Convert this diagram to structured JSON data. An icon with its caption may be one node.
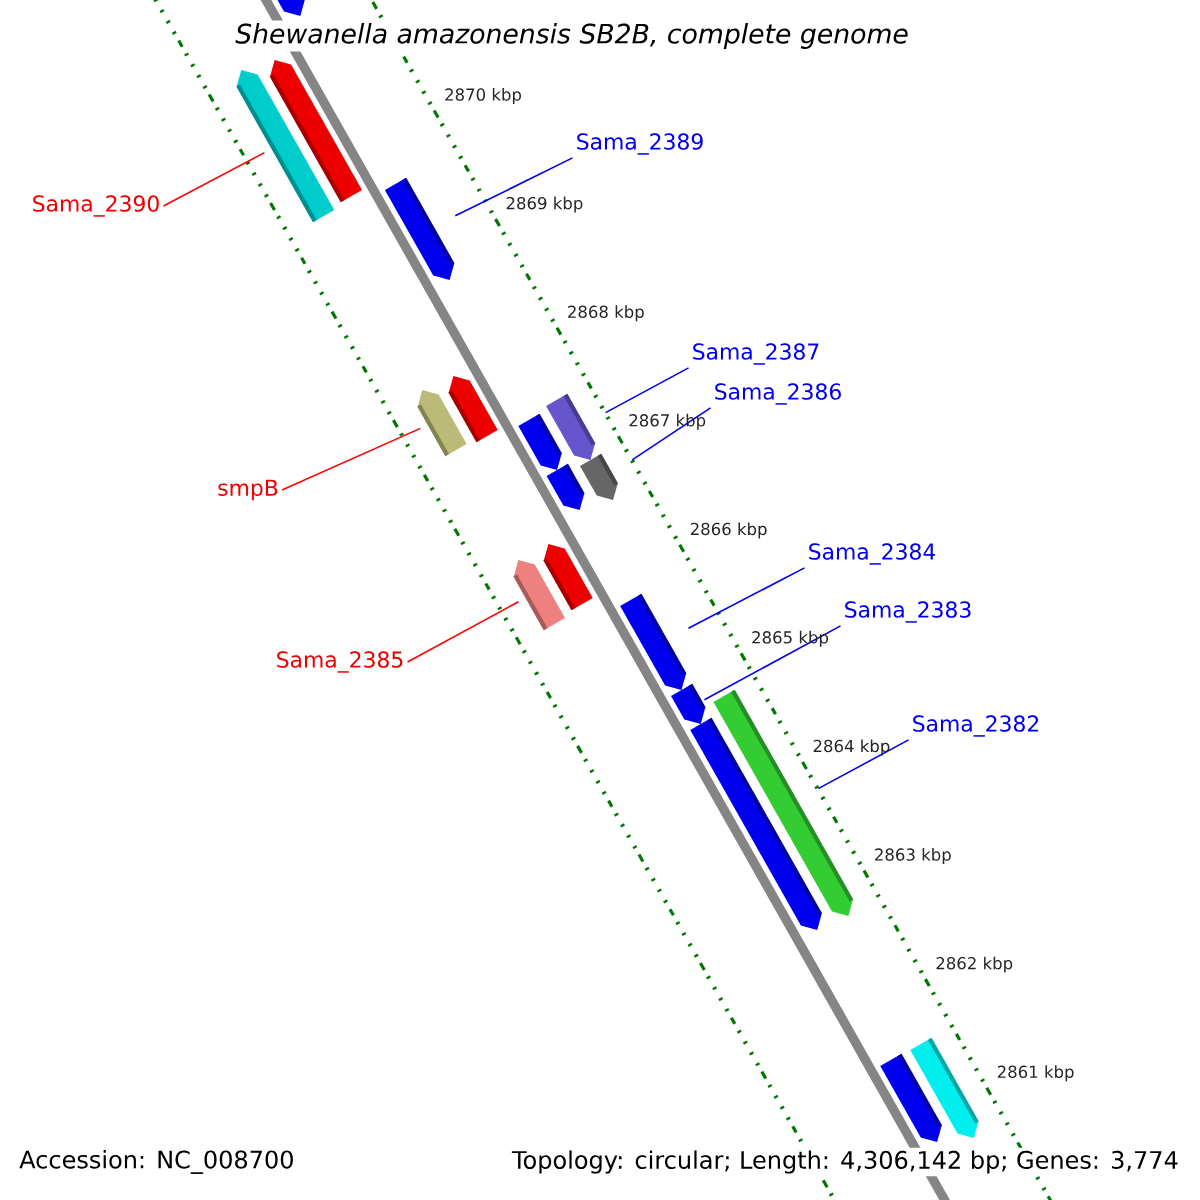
{
  "diagram": {
    "title": "Shewanella amazonensis SB2B, complete genome",
    "nodes": [
      {
        "text": [
          "Sama_2390"
        ]
      },
      {
        "text": [
          "Sama_2389"
        ]
      },
      {
        "text": [
          "Sama_2387"
        ]
      },
      {
        "text": [
          "Sama_2386"
        ]
      },
      {
        "text": [
          "smpB"
        ]
      },
      {
        "text": [
          "Sama_2384"
        ]
      },
      {
        "text": [
          "Sama_2383"
        ]
      },
      {
        "text": [
          "Sama_2385"
        ]
      },
      {
        "text": [
          "Sama_2382"
        ]
      },
      {
        "text": [],
        "shape": "bar"
      },
      {
        "text": [],
        "shape": "bar"
      },
      {
        "text": [],
        "shape": "bar"
      },
      {
        "text": [],
        "shape": "bar"
      },
      {
        "text": [],
        "shape": "bar"
      },
      {
        "text": [],
        "shape": "bar"
      },
      {
        "text": [],
        "shape": "bar"
      },
      {
        "text": [],
        "shape": "bar"
      },
      {
        "text": [],
        "shape": "bar"
      },
      {
        "text": [],
        "shape": "bar"
      },
      {
        "text": [],
        "shape": "bar"
      },
      {
        "text": [],
        "shape": "bar"
      },
      {
        "text": [],
        "shape": "bar"
      },
      {
        "text": [],
        "shape": "bar"
      },
      {
        "text": [],
        "shape": "bar"
      },
      {
        "text": [],
        "shape": "bar"
      },
      {
        "text": [],
        "shape": "bar"
      },
      {
        "text": [],
        "shape": "bar"
      }
    ],
    "edges": [
      {
        "from": 0,
        "to": 9,
        "arrow": "none",
        "color": "#ff0000"
      },
      {
        "from": 1,
        "to": 10,
        "arrow": "none"
      },
      {
        "from": 2,
        "to": 11,
        "arrow": "none"
      },
      {
        "from": 3,
        "to": 12,
        "arrow": "none"
      },
      {
        "from": 4,
        "to": 13,
        "arrow": "none",
        "color": "#ff0000"
      },
      {
        "from": 5,
        "to": 14,
        "arrow": "none"
      },
      {
        "from": 6,
        "to": 15,
        "arrow": "none"
      },
      {
        "from": 7,
        "to": 16,
        "arrow": "none",
        "color": "#ff0000"
      },
      {
        "from": 8,
        "to": 17,
        "arrow": "none"
      }
    ],
    "labels": [
      "2870 kbp",
      "2869 kbp",
      "2868 kbp",
      "2867 kbp",
      "2866 kbp",
      "2865 kbp",
      "2864 kbp",
      "2863 kbp",
      "2862 kbp",
      "2861 kbp",
      "Accession: NC_008700",
      "Topology: circular; Length: 4,306,142 bp; Genes: 3,774"
    ]
  }
}
